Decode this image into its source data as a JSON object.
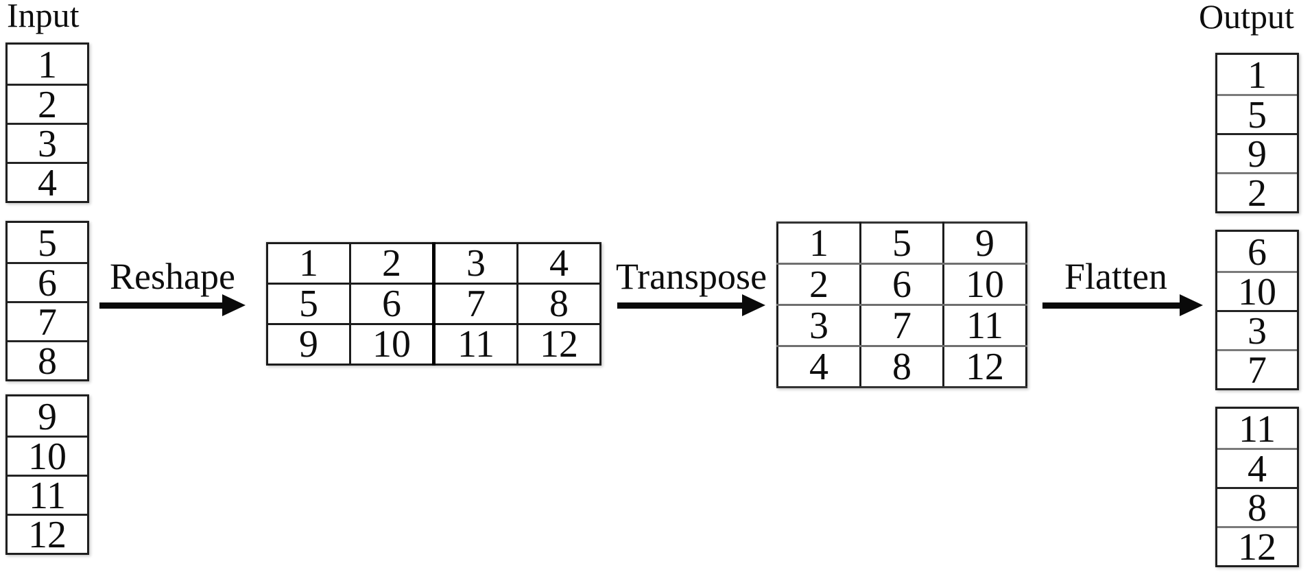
{
  "input": {
    "label": "Input",
    "groups": [
      [
        "1",
        "2",
        "3",
        "4"
      ],
      [
        "5",
        "6",
        "7",
        "8"
      ],
      [
        "9",
        "10",
        "11",
        "12"
      ]
    ]
  },
  "operations": [
    {
      "label": "Reshape"
    },
    {
      "label": "Transpose"
    },
    {
      "label": "Flatten"
    }
  ],
  "matrices": [
    {
      "rows": [
        [
          "1",
          "2",
          "3",
          "4"
        ],
        [
          "5",
          "6",
          "7",
          "8"
        ],
        [
          "9",
          "10",
          "11",
          "12"
        ]
      ]
    },
    {
      "rows": [
        [
          "1",
          "5",
          "9"
        ],
        [
          "2",
          "6",
          "10"
        ],
        [
          "3",
          "7",
          "11"
        ],
        [
          "4",
          "8",
          "12"
        ]
      ]
    }
  ],
  "output": {
    "label": "Output",
    "groups": [
      [
        "1",
        "5",
        "9",
        "2"
      ],
      [
        "6",
        "10",
        "3",
        "7"
      ],
      [
        "11",
        "4",
        "8",
        "12"
      ]
    ]
  },
  "colors": {
    "background": "#ffffff",
    "text": "#0d0d0d",
    "border": "#1c1c1c",
    "arrow": "#0a0a0a"
  }
}
